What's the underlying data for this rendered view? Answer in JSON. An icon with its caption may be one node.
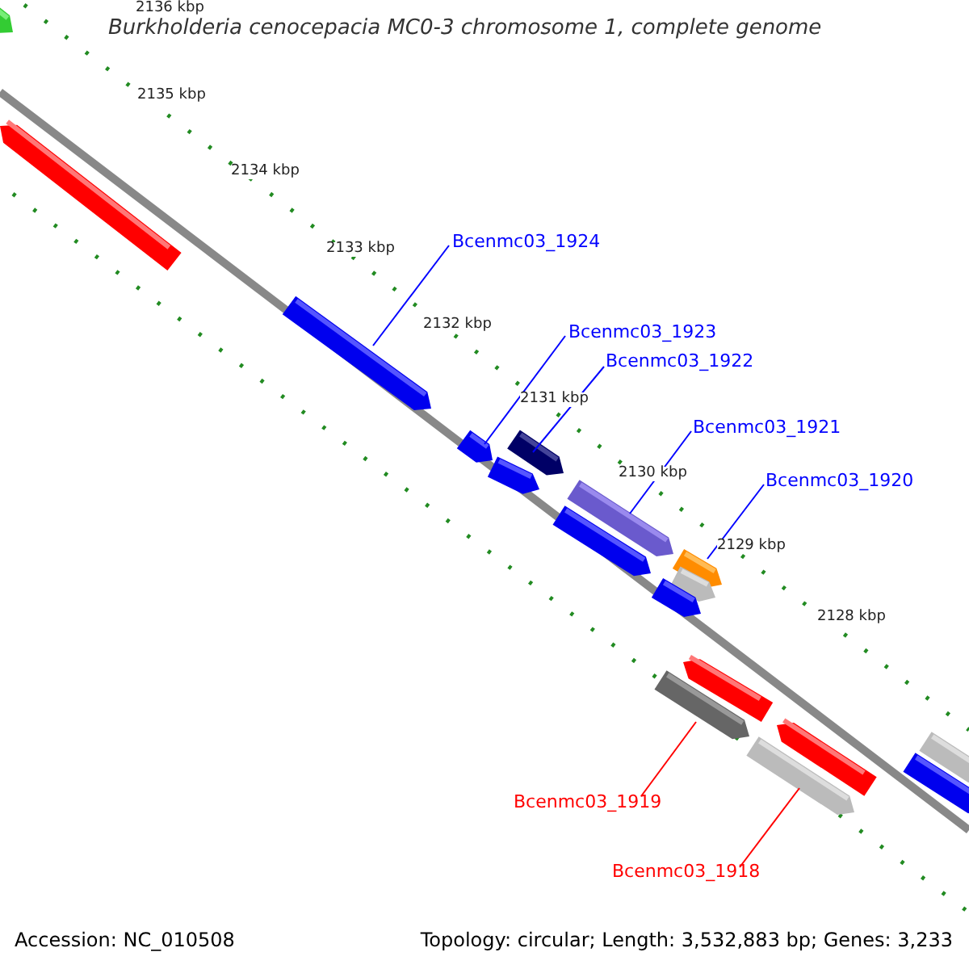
{
  "diagram": {
    "title": "Burkholderia cenocepacia MC0-3 chromosome 1, complete genome",
    "nodes": [
      {
        "text": [],
        "shape": "bar"
      },
      {
        "text": [],
        "shape": "bar"
      },
      {
        "text": [
          "Bcenmc03_1924"
        ]
      },
      {
        "text": [],
        "shape": "bar"
      },
      {
        "text": [
          "Bcenmc03_1923"
        ]
      },
      {
        "text": [
          "Bcenmc03_1922"
        ]
      },
      {
        "text": [],
        "shape": "bar"
      },
      {
        "text": [],
        "shape": "bar"
      },
      {
        "text": [],
        "shape": "bar"
      },
      {
        "text": [
          "Bcenmc03_1921"
        ]
      },
      {
        "text": [],
        "shape": "bar"
      },
      {
        "text": [],
        "shape": "bar"
      },
      {
        "text": [
          "Bcenmc03_1920"
        ]
      },
      {
        "text": [],
        "shape": "bar"
      },
      {
        "text": [],
        "shape": "bar"
      },
      {
        "text": [],
        "shape": "bar"
      },
      {
        "text": [],
        "shape": "bar"
      },
      {
        "text": [],
        "shape": "bar"
      },
      {
        "text": [],
        "shape": "bar"
      },
      {
        "text": [],
        "shape": "bar"
      },
      {
        "text": [
          "Bcenmc03_1919"
        ]
      },
      {
        "text": [
          "Bcenmc03_1918"
        ]
      },
      {
        "text": [],
        "shape": "bar"
      },
      {
        "text": [],
        "shape": "bar"
      }
    ],
    "edges": [
      {
        "from": 2,
        "to": 3,
        "arrow": "none"
      },
      {
        "from": 4,
        "to": 6,
        "arrow": "none"
      },
      {
        "from": 5,
        "to": 8,
        "arrow": "none"
      },
      {
        "from": 9,
        "to": 10,
        "arrow": "none"
      },
      {
        "from": 12,
        "to": 13,
        "arrow": "none"
      },
      {
        "from": 20,
        "to": 17,
        "arrow": "none",
        "color": "#ff0000"
      },
      {
        "from": 21,
        "to": 19,
        "arrow": "none",
        "color": "#ff0000"
      }
    ],
    "labels": [
      "2136 kbp",
      "2135 kbp",
      "2134 kbp",
      "2133 kbp",
      "2132 kbp",
      "2131 kbp",
      "2130 kbp",
      "2129 kbp",
      "2128 kbp",
      "Accession: NC_010508",
      "Topology: circular; Length: 3,532,883 bp; Genes: 3,233"
    ]
  }
}
